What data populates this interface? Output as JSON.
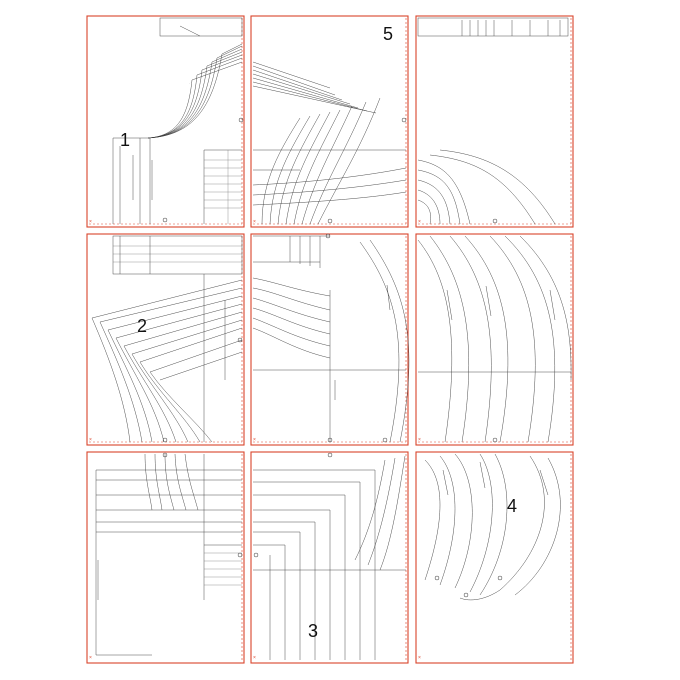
{
  "pages": [
    {
      "id": "p1",
      "label": "1"
    },
    {
      "id": "p2",
      "label": "5"
    },
    {
      "id": "p3",
      "label": ""
    },
    {
      "id": "p4",
      "label": "2"
    },
    {
      "id": "p5",
      "label": ""
    },
    {
      "id": "p6",
      "label": ""
    },
    {
      "id": "p7",
      "label": ""
    },
    {
      "id": "p8",
      "label": "3"
    },
    {
      "id": "p9",
      "label": "4"
    }
  ],
  "piece_numbers": {
    "one": "1",
    "two": "2",
    "three": "3",
    "four": "4",
    "five": "5"
  },
  "colors": {
    "tile_border": "#d9442b",
    "pattern_line": "#3a3a3a",
    "background": "#ffffff"
  }
}
